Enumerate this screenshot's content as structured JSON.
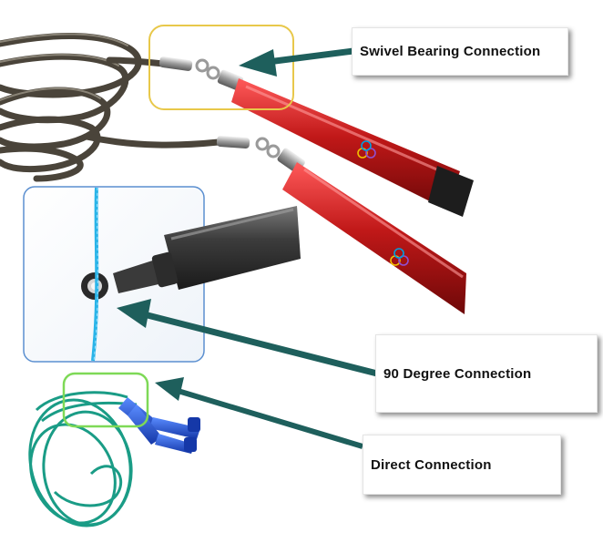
{
  "labels": {
    "swivel": "Swivel Bearing Connection",
    "ninety_degree": "90 Degree Connection",
    "direct": "Direct Connection"
  },
  "colors": {
    "arrow": "#1e5f5c",
    "swivel_highlight": "#e8c84a",
    "ninety_highlight": "#5b8fd0",
    "direct_highlight": "#7ed957",
    "red_handle": "#c01818",
    "dark_cable": "#4a443a",
    "blue_cable": "#2ab4e8",
    "green_cable": "#1a9c86",
    "blue_handle": "#1f55d8"
  }
}
